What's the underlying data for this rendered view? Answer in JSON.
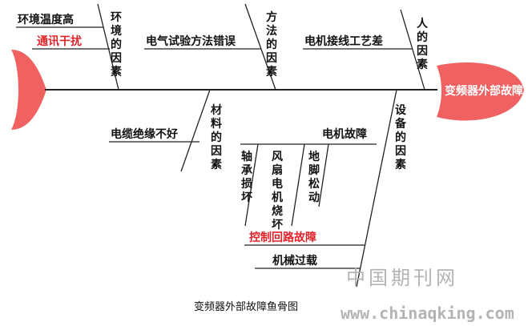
{
  "effect": "变频器外部故障",
  "categories": {
    "environment": "环境的因素",
    "method": "方法的因素",
    "people": "人的因素",
    "material": "材料的因素",
    "equipment": "设备的因素"
  },
  "causes": {
    "env_temp_humidity": "环境温度高",
    "comm_interference": "通讯干扰",
    "electrical_test_error": "电气试验方法错误",
    "wiring_process_poor": "电机接线工艺差",
    "cable_insulation_poor": "电缆绝缘不好",
    "motor_fault": "电机故障",
    "bearing_damage": "轴承损坏",
    "fan_motor_burn": "风扇电机烧坏",
    "anchor_loose": "地脚松动",
    "control_loop_fault": "控制回路故障",
    "mechanical_overload": "机械过载"
  },
  "caption": "变频器外部故障鱼骨图",
  "watermark": {
    "text": "中国期刊网",
    "url": "www.chinaqking.com"
  },
  "colors": {
    "fish": "#f06262",
    "highlight": "#e0232b",
    "line": "#222222"
  }
}
